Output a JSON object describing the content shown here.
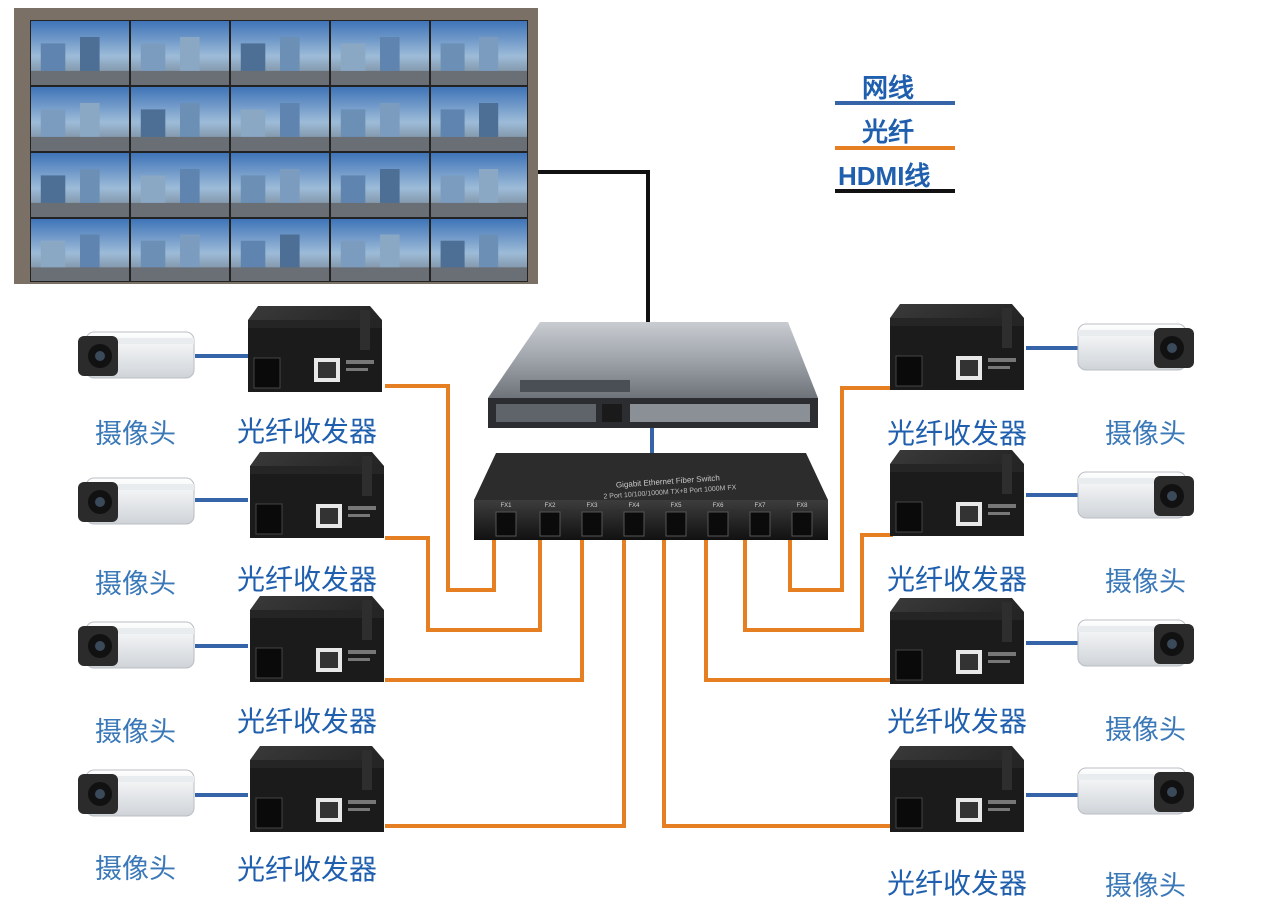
{
  "legend": {
    "items": [
      {
        "label": "网线",
        "color": "#3565a8"
      },
      {
        "label": "光纤",
        "color": "#e67e22"
      },
      {
        "label": "HDMI线",
        "color": "#111111"
      }
    ]
  },
  "devices": {
    "camera_label": "摄像头",
    "converter_label": "光纤收发器",
    "switch_title": "Gigabit Ethernet Fiber Switch",
    "switch_subtitle": "2 Port 10/100/1000M TX+8 Port 1000M FX",
    "switch_ports": [
      "FX1",
      "FX2",
      "FX3",
      "FX4",
      "FX5",
      "FX6",
      "FX7",
      "FX8"
    ]
  },
  "colors": {
    "fiber": "#e67e22",
    "ethernet": "#3565a8",
    "hdmi": "#111111",
    "label_blue": "#1f5fae"
  }
}
